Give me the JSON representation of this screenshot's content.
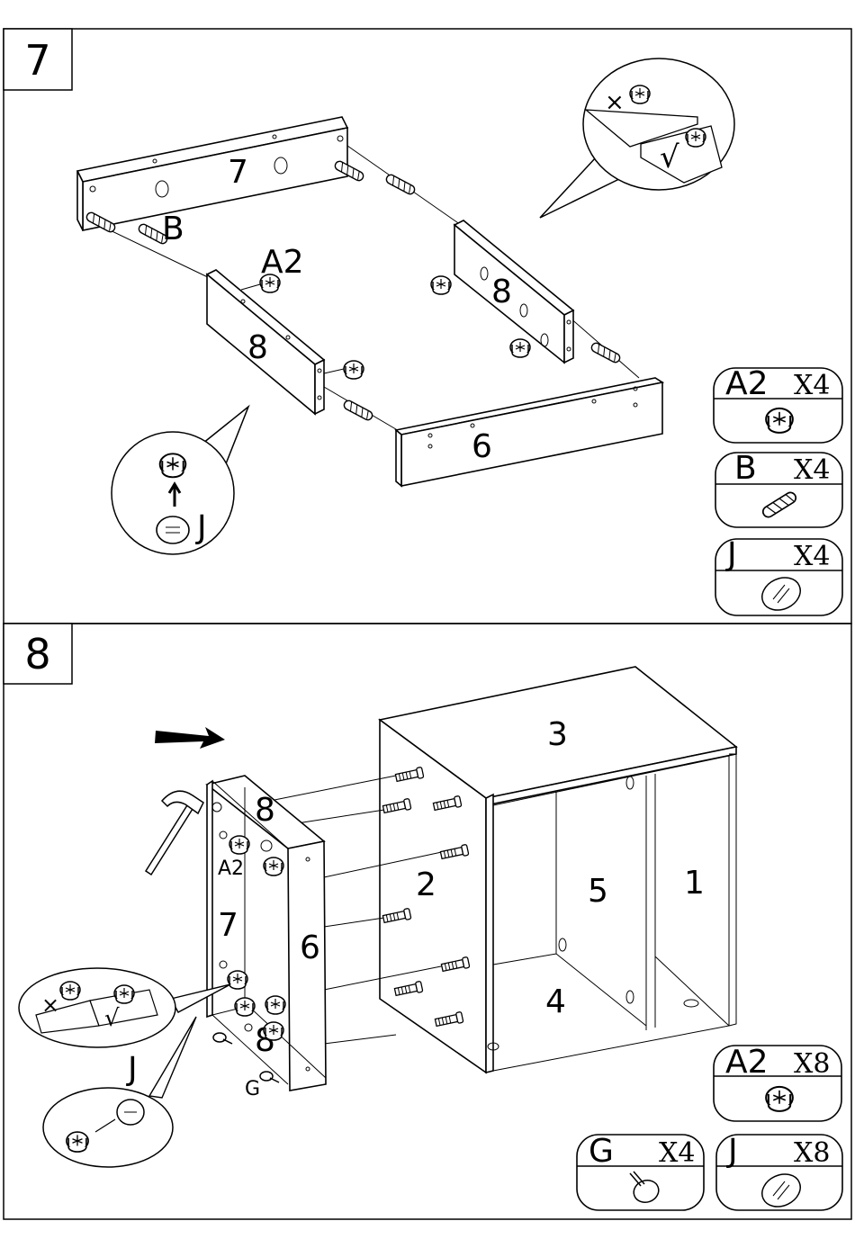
{
  "steps": [
    {
      "number": "7",
      "labels": {
        "panel_back": "7",
        "panel_left": "8",
        "panel_right": "8",
        "panel_front": "6",
        "dowel": "B",
        "cam": "A2",
        "cam_cover": "J"
      },
      "zoom_marks": {
        "wrong": "×",
        "right": "√"
      },
      "parts": [
        {
          "code": "A2",
          "qty": "X4",
          "icon": "cam-lock-icon"
        },
        {
          "code": "B",
          "qty": "X4",
          "icon": "wood-dowel-icon"
        },
        {
          "code": "J",
          "qty": "X4",
          "icon": "cap-cover-icon"
        }
      ]
    },
    {
      "number": "8",
      "labels": {
        "top": "3",
        "side_left": "2",
        "divider": "5",
        "side_right": "1",
        "bottom": "4",
        "drawer_top": "8",
        "drawer_back": "7",
        "drawer_front": "6",
        "drawer_bottom": "8",
        "cam": "A2",
        "cover": "J",
        "glide": "G"
      },
      "zoom_marks": {
        "wrong": "×",
        "right": "√"
      },
      "parts": [
        {
          "code": "A2",
          "qty": "X8",
          "icon": "cam-lock-icon"
        },
        {
          "code": "G",
          "qty": "X4",
          "icon": "nail-glide-icon"
        },
        {
          "code": "J",
          "qty": "X8",
          "icon": "cap-cover-icon"
        }
      ]
    }
  ],
  "colors": {
    "line": "#000000",
    "background": "#ffffff"
  }
}
